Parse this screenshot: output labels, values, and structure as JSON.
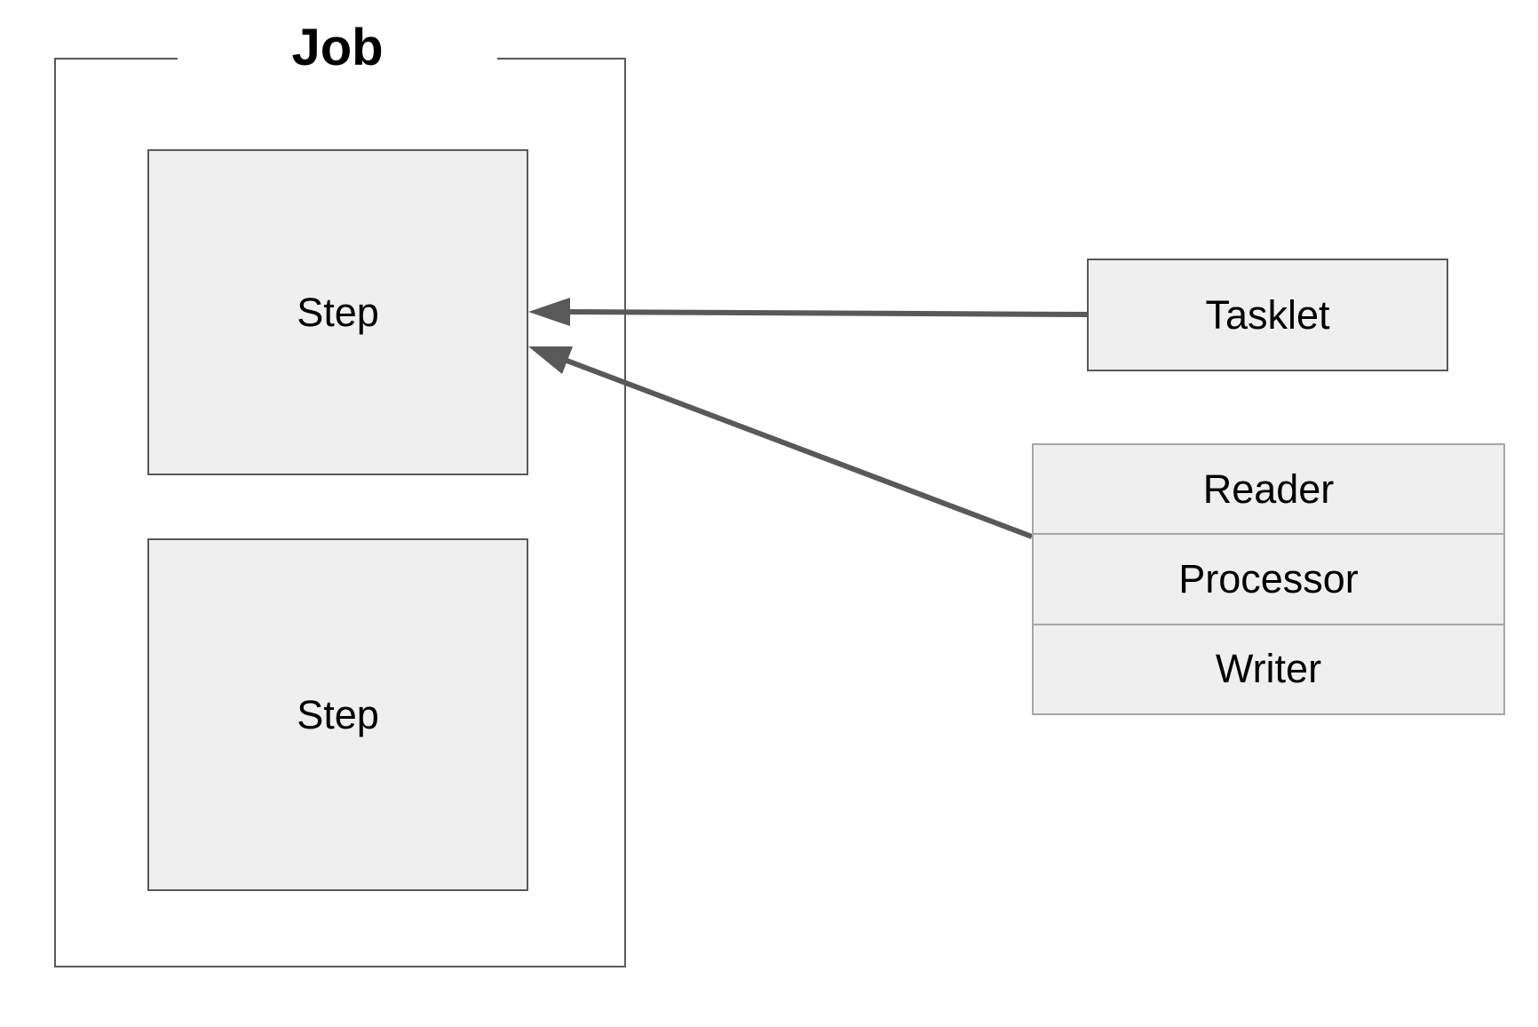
{
  "job": {
    "title": "Job",
    "steps": [
      {
        "label": "Step"
      },
      {
        "label": "Step"
      }
    ]
  },
  "tasklet": {
    "label": "Tasklet"
  },
  "chunk": {
    "rows": [
      {
        "label": "Reader"
      },
      {
        "label": "Processor"
      },
      {
        "label": "Writer"
      }
    ]
  },
  "colors": {
    "box_fill": "#efefef",
    "box_border": "#595959",
    "chunk_border": "#a6a6a6",
    "arrow": "#595959"
  }
}
